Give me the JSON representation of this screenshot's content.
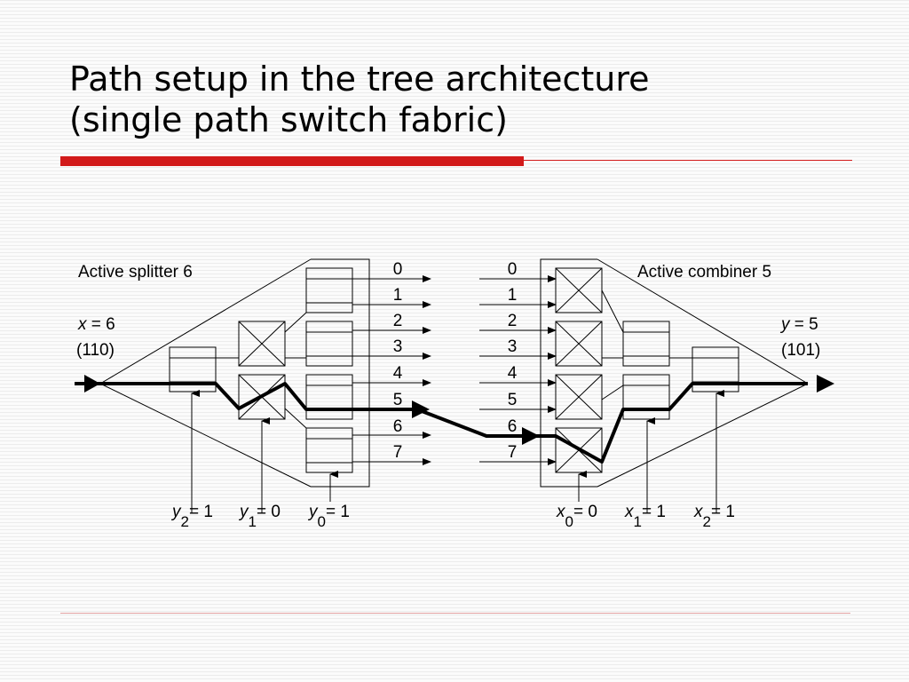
{
  "title": {
    "line1": "Path setup in the tree architecture",
    "line2": "(single path switch fabric)"
  },
  "diagram": {
    "splitter_label": "Active splitter 6",
    "combiner_label": "Active combiner 5",
    "input": {
      "var": "x",
      "eq": " = 6",
      "binary": "(110)"
    },
    "output": {
      "var": "y",
      "eq": " = 5",
      "binary": "(101)"
    },
    "splitter_ports": [
      "0",
      "1",
      "2",
      "3",
      "4",
      "5",
      "6",
      "7"
    ],
    "combiner_ports": [
      "0",
      "1",
      "2",
      "3",
      "4",
      "5",
      "6",
      "7"
    ],
    "splitter_controls": [
      {
        "var": "y",
        "sub": "2",
        "eq": "= 1"
      },
      {
        "var": "y",
        "sub": "1",
        "eq": "= 0"
      },
      {
        "var": "y",
        "sub": "0",
        "eq": "= 1"
      }
    ],
    "combiner_controls": [
      {
        "var": "x",
        "sub": "0",
        "eq": "= 0"
      },
      {
        "var": "x",
        "sub": "1",
        "eq": "= 1"
      },
      {
        "var": "x",
        "sub": "2",
        "eq": "= 1"
      }
    ]
  }
}
